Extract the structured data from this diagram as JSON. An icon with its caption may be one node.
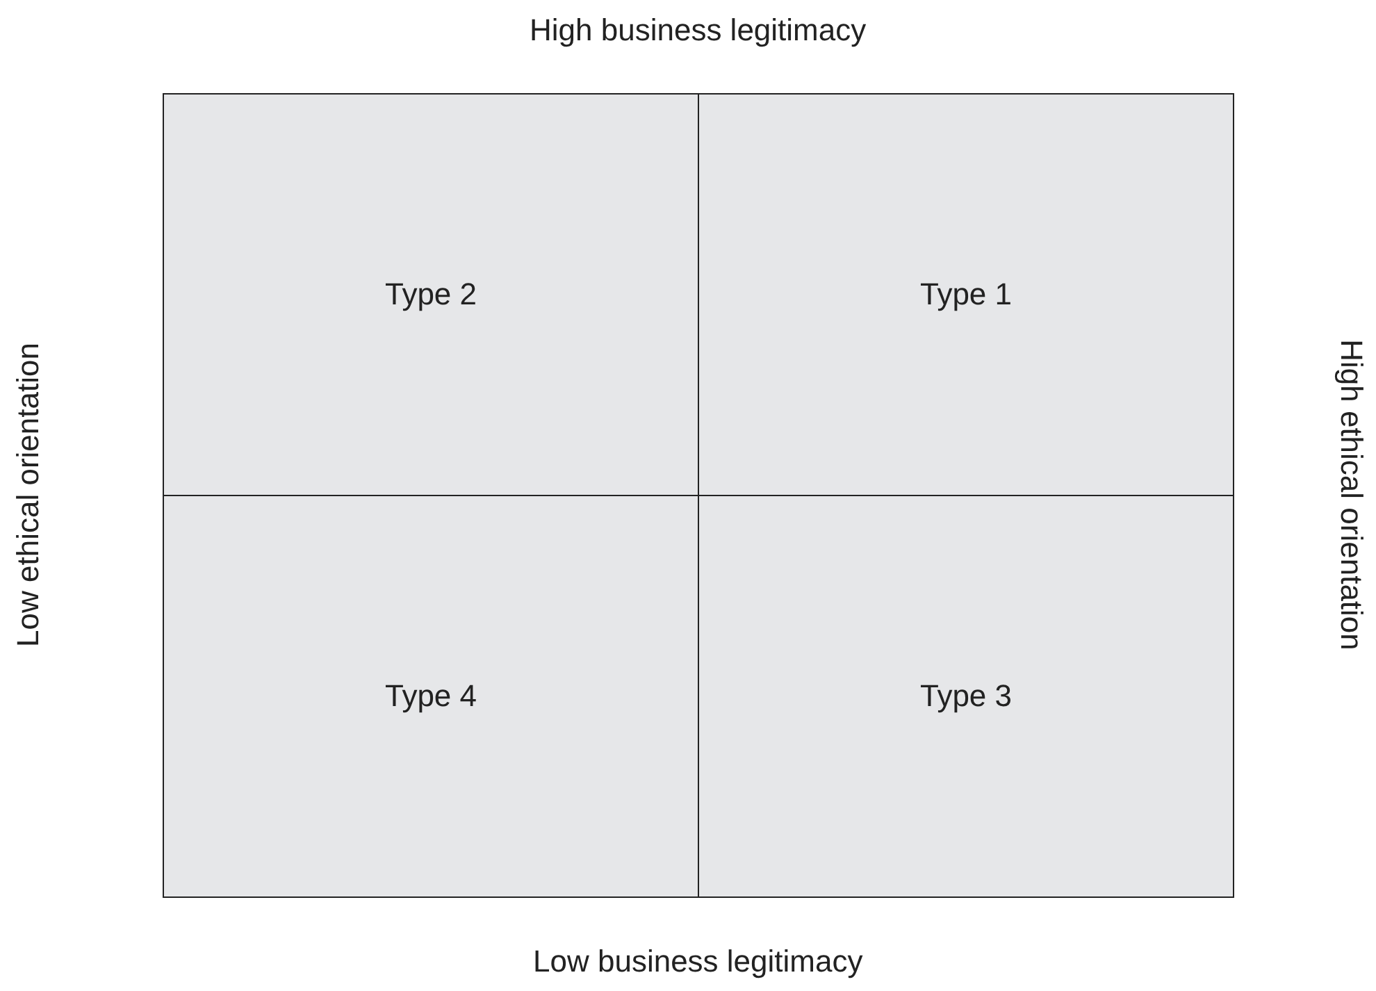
{
  "diagram": {
    "nodes": [
      {
        "text": [
          "Type 2"
        ]
      },
      {
        "text": [
          "Type 1"
        ]
      },
      {
        "text": [
          "Type 4"
        ]
      },
      {
        "text": [
          "Type 3"
        ]
      }
    ],
    "labels": [
      "High business legitimacy",
      "Low ethical orientation",
      "High ethical orientation",
      "Low business legitimacy"
    ]
  }
}
